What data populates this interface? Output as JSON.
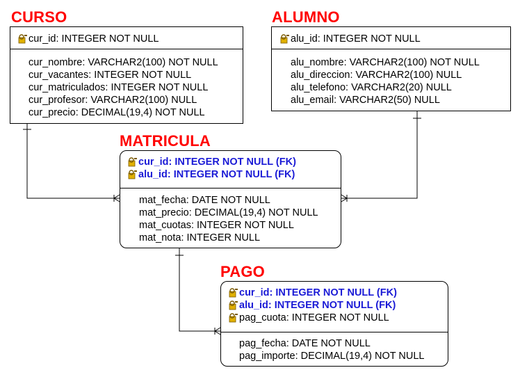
{
  "entities": {
    "curso": {
      "title": "CURSO",
      "keys": [
        {
          "text": "cur_id: INTEGER NOT NULL",
          "fk": false
        }
      ],
      "attributes": [
        "cur_nombre: VARCHAR2(100) NOT NULL",
        "cur_vacantes: INTEGER NOT NULL",
        "cur_matriculados: INTEGER NOT NULL",
        "cur_profesor: VARCHAR2(100) NULL",
        "cur_precio: DECIMAL(19,4) NOT NULL"
      ]
    },
    "alumno": {
      "title": "ALUMNO",
      "keys": [
        {
          "text": "alu_id: INTEGER NOT NULL",
          "fk": false
        }
      ],
      "attributes": [
        "alu_nombre: VARCHAR2(100) NOT NULL",
        "alu_direccion: VARCHAR2(100) NULL",
        "alu_telefono: VARCHAR2(20) NULL",
        "alu_email: VARCHAR2(50) NULL"
      ]
    },
    "matricula": {
      "title": "MATRICULA",
      "keys": [
        {
          "text": "cur_id: INTEGER NOT NULL (FK)",
          "fk": true
        },
        {
          "text": "alu_id: INTEGER NOT NULL (FK)",
          "fk": true
        }
      ],
      "attributes": [
        "mat_fecha: DATE NOT NULL",
        "mat_precio: DECIMAL(19,4) NOT NULL",
        "mat_cuotas: INTEGER NOT NULL",
        "mat_nota: INTEGER NULL"
      ]
    },
    "pago": {
      "title": "PAGO",
      "keys": [
        {
          "text": "cur_id: INTEGER NOT NULL (FK)",
          "fk": true
        },
        {
          "text": "alu_id: INTEGER NOT NULL (FK)",
          "fk": true
        },
        {
          "text": "pag_cuota: INTEGER NOT NULL",
          "fk": false
        }
      ],
      "attributes": [
        "pag_fecha: DATE NOT NULL",
        "pag_importe: DECIMAL(19,4) NOT NULL"
      ]
    }
  },
  "relationships": [
    {
      "from": "curso",
      "to": "matricula",
      "cardinality": "one-to-many"
    },
    {
      "from": "alumno",
      "to": "matricula",
      "cardinality": "one-to-many"
    },
    {
      "from": "matricula",
      "to": "pago",
      "cardinality": "one-to-many"
    }
  ],
  "colors": {
    "title": "#ff0000",
    "foreign_key": "#1a1ad6",
    "key_icon": "#e0b000",
    "line": "#000000"
  }
}
